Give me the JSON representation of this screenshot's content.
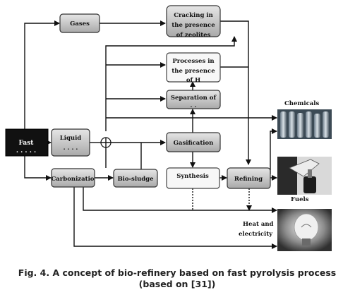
{
  "nodes": {
    "fast": "Fast",
    "gases": "Gases",
    "liquid": "Liquid",
    "carbonization": "Carbonizatio",
    "bio_sludge": "Bio-sludge",
    "cracking_l1": "Cracking in",
    "cracking_l2": "the presence",
    "cracking_l3": "of zeolites",
    "processes_l1": "Processes in",
    "processes_l2": "the presence",
    "processes_l3": "of H",
    "separation_l1": "Separation of",
    "gasification": "Gasification",
    "synthesis": "Synthesis",
    "refining": "Refining",
    "chemicals": "Chemicals",
    "fuels": "Fuels",
    "heat_l1": "Heat and",
    "heat_l2": "electricity"
  },
  "caption": {
    "line1": "Fig. 4. A concept of bio-refinery based on fast pyrolysis process",
    "line2": "(based on [31])"
  }
}
